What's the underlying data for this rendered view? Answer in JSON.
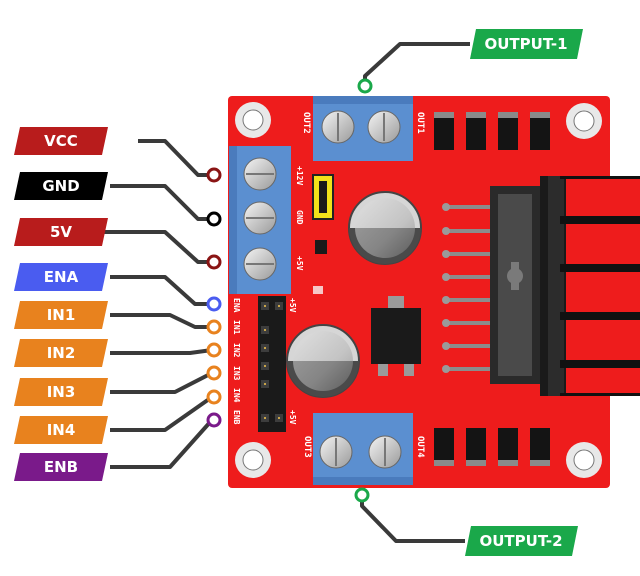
{
  "pins": [
    {
      "label": "VCC",
      "color": "#b81c1c",
      "ring": "#8a1414"
    },
    {
      "label": "GND",
      "color": "#000000",
      "ring": "#000000"
    },
    {
      "label": "5V",
      "color": "#b81c1c",
      "ring": "#8a1414"
    },
    {
      "label": "ENA",
      "color": "#4a5cf0",
      "ring": "#4a5cf0"
    },
    {
      "label": "IN1",
      "color": "#e8821e",
      "ring": "#e8821e"
    },
    {
      "label": "IN2",
      "color": "#e8821e",
      "ring": "#e8821e"
    },
    {
      "label": "IN3",
      "color": "#e8821e",
      "ring": "#e8821e"
    },
    {
      "label": "IN4",
      "color": "#e8821e",
      "ring": "#e8821e"
    },
    {
      "label": "ENB",
      "color": "#7a1a8a",
      "ring": "#7a1a8a"
    }
  ],
  "outputs": {
    "top": {
      "label": "OUTPUT-1",
      "color": "#1aa84a"
    },
    "bottom": {
      "label": "OUTPUT-2",
      "color": "#1aa84a"
    }
  },
  "silkscreen": {
    "out1": "OUT1",
    "out2": "OUT2",
    "out3": "OUT3",
    "out4": "OUT4",
    "v12": "+12V",
    "gnd": "GND",
    "v5": "+5V",
    "v5_top": "+5V",
    "v5_bottom": "+5V",
    "ena": "ENA",
    "in1": "IN1",
    "in2": "IN2",
    "in3": "IN3",
    "in4": "IN4",
    "enb": "ENB"
  },
  "colors": {
    "board": "#ee1c1c",
    "terminal": "#5b8fd0",
    "wire": "#3a3a3a"
  }
}
